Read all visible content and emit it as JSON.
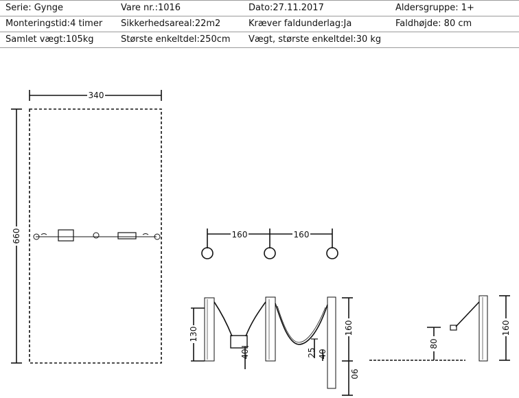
{
  "specs": {
    "rows": [
      [
        "Serie: Gynge",
        "Vare nr.:1016",
        "Dato:27.11.2017",
        "Aldersgruppe: 1+"
      ],
      [
        "Monteringstid:4 timer",
        "Sikkerhedsareal:22m2",
        "Kræver faldunderlag:Ja",
        "Faldhøjde: 80 cm"
      ],
      [
        "Samlet vægt:105kg",
        "Største enkeltdel:250cm",
        "Vægt, største enkeltdel:30 kg",
        ""
      ]
    ]
  },
  "dimensions": {
    "plan_width": "340",
    "plan_height": "660",
    "post_spacing_1": "160",
    "post_spacing_2": "160",
    "front_height": "130",
    "seat_height": "40",
    "seat_height_2": "25",
    "seat_height_3": "40",
    "post_height": "160",
    "post_depth": "90",
    "side_fall_height": "80",
    "side_post_height": "160"
  }
}
